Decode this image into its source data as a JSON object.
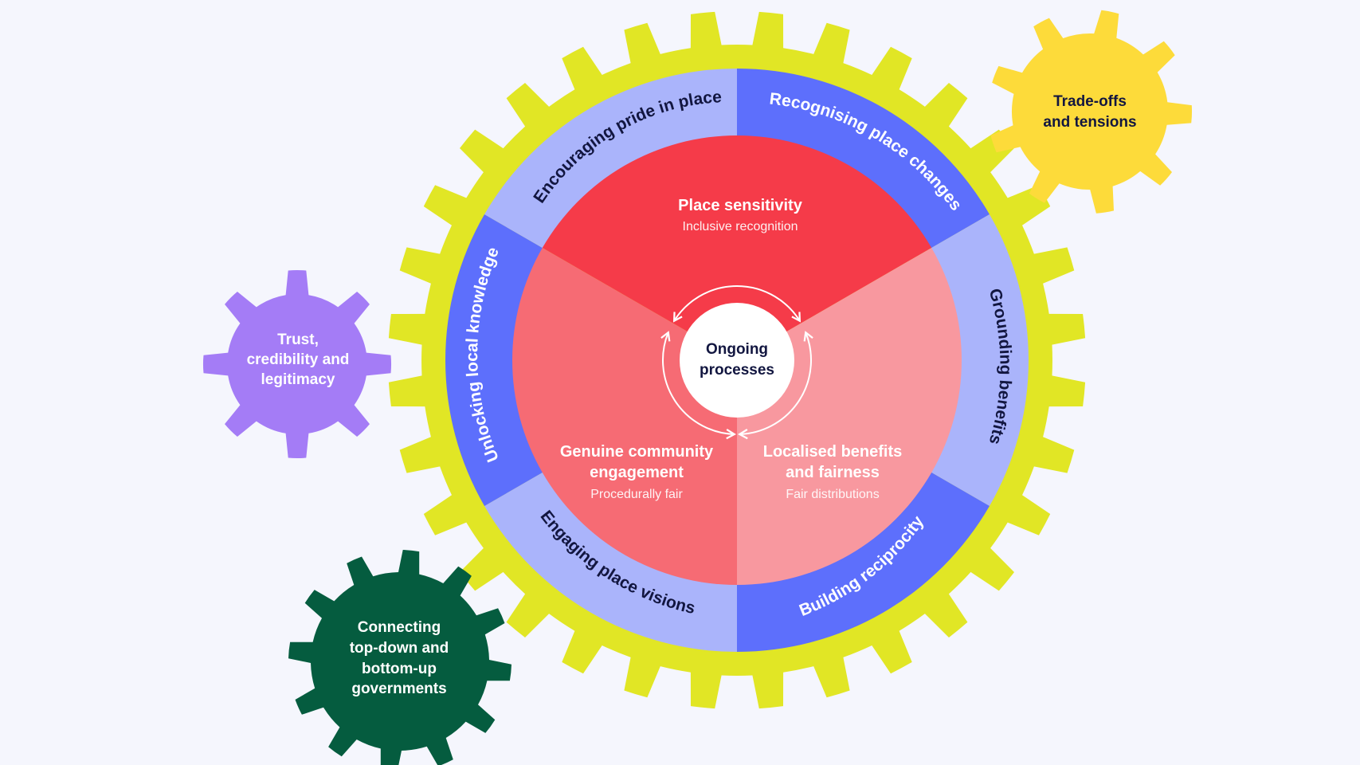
{
  "colors": {
    "background": "#f5f6fd",
    "main_gear": "#e1e625",
    "ring_light": "#aab4fb",
    "ring_dark": "#5d6ffc",
    "sector_top": "#f53b49",
    "sector_left": "#f66b74",
    "sector_right": "#f8989f",
    "center": "#ffffff",
    "dark_text": "#121640",
    "light_text": "#ffffff",
    "gear_trust": "#a47cf6",
    "gear_tradeoffs": "#fddb3a",
    "gear_connecting": "#055c3f"
  },
  "center": {
    "line1": "Ongoing",
    "line2": "processes"
  },
  "sectors": [
    {
      "title": "Place sensitivity",
      "subtitle": "Inclusive recognition"
    },
    {
      "title1": "Genuine community",
      "title2": "engagement",
      "subtitle": "Procedurally fair"
    },
    {
      "title1": "Localised benefits",
      "title2": "and fairness",
      "subtitle": "Fair distributions"
    }
  ],
  "ring_labels": {
    "top_left": "Encouraging pride in place",
    "top_right": "Recognising place changes",
    "right": "Grounding benefits",
    "bottom_right": "Building reciprocity",
    "bottom_left": "Engaging place visions",
    "left": "Unlocking local knowledge"
  },
  "side_gears": {
    "trust": [
      "Trust,",
      "credibility and",
      "legitimacy"
    ],
    "tradeoffs": [
      "Trade-offs",
      "and tensions"
    ],
    "connecting": [
      "Connecting",
      "top-down and",
      "bottom-up",
      "governments"
    ]
  }
}
